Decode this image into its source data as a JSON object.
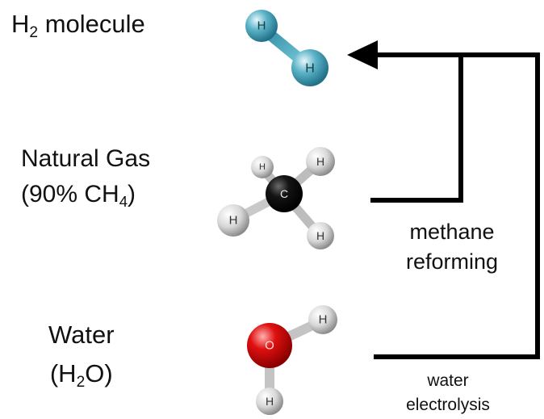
{
  "labels": {
    "h2_molecule": {
      "base": "H",
      "sub": "2",
      "rest": " molecule"
    },
    "natural_gas": {
      "line1": "Natural Gas",
      "line2_pre": "(90% CH",
      "line2_sub": "4",
      "line2_post": ")"
    },
    "water": {
      "line1": "Water",
      "line2_pre": "(H",
      "line2_sub": "2",
      "line2_post": "O)"
    },
    "methane_reforming": {
      "line1": "methane",
      "line2": "reforming"
    },
    "water_electrolysis": {
      "line1": "water",
      "line2": "electrolysis"
    }
  },
  "atoms": {
    "hydrogen": "H",
    "carbon": "C",
    "oxygen": "O"
  },
  "colors": {
    "hydrogen_h2": "#5bb3c8",
    "hydrogen_white": "#e6e6e6",
    "carbon": "#111111",
    "oxygen": "#e01010",
    "arrow": "#000000"
  }
}
